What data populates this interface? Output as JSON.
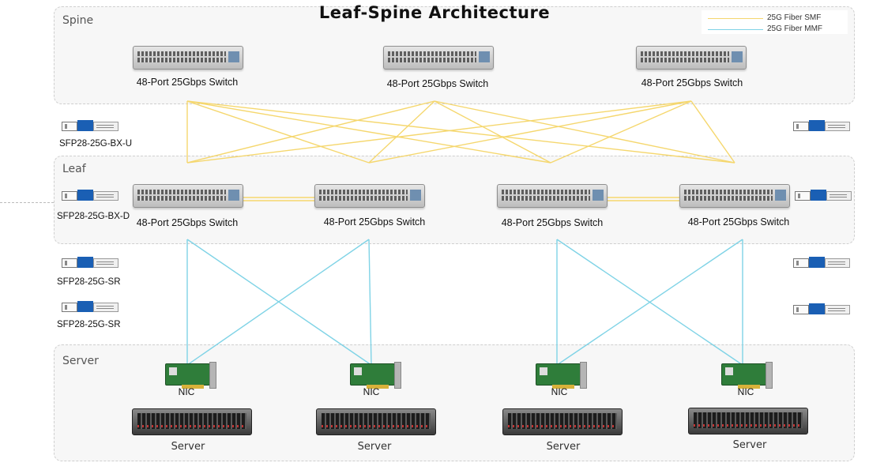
{
  "title": "Leaf-Spine Architecture",
  "legend": [
    {
      "label": "25G Fiber SMF",
      "color": "#f5d76e"
    },
    {
      "label": "25G Fiber MMF",
      "color": "#7fd3e6"
    }
  ],
  "layers": {
    "spine": "Spine",
    "leaf": "Leaf",
    "server": "Server"
  },
  "spine_switches": [
    {
      "label": "48-Port 25Gbps Switch"
    },
    {
      "label": "48-Port 25Gbps Switch"
    },
    {
      "label": "48-Port 25Gbps Switch"
    }
  ],
  "leaf_switches": [
    {
      "label": "48-Port 25Gbps Switch"
    },
    {
      "label": "48-Port 25Gbps Switch"
    },
    {
      "label": "48-Port 25Gbps Switch"
    },
    {
      "label": "48-Port 25Gbps Switch"
    }
  ],
  "modules": {
    "bx_u": "SFP28-25G-BX-U",
    "bx_d": "SFP28-25G-BX-D",
    "sr_1": "SFP28-25G-SR",
    "sr_2": "SFP28-25G-SR"
  },
  "nics": [
    "NIC",
    "NIC",
    "NIC",
    "NIC"
  ],
  "servers": [
    "Server",
    "Server",
    "Server",
    "Server"
  ]
}
